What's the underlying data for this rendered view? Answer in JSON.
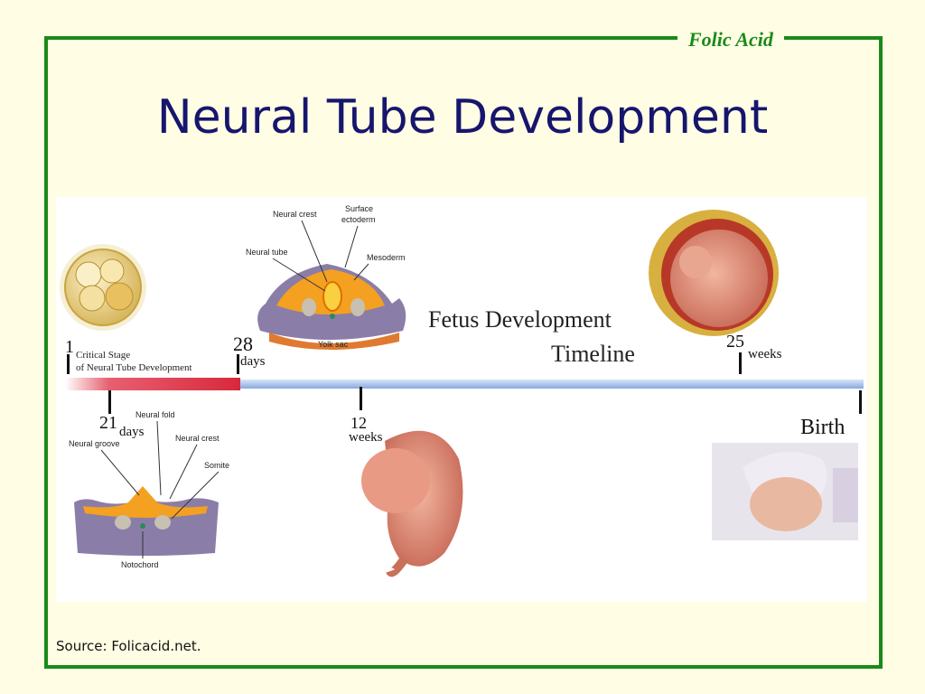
{
  "brand": "Folic Acid",
  "title": "Neural Tube Development",
  "source": "Source: Folicacid.net.",
  "timeline": {
    "heading_line1": "Fetus Development",
    "heading_line2": "Timeline",
    "critical_line1": "Critical Stage",
    "critical_line2": "of Neural Tube Development",
    "markers": [
      {
        "num": "1",
        "unit": ""
      },
      {
        "num": "21",
        "unit": "days"
      },
      {
        "num": "28",
        "unit": "days"
      },
      {
        "num": "12",
        "unit": "weeks"
      },
      {
        "num": "25",
        "unit": "weeks"
      },
      {
        "num": "",
        "unit": "Birth"
      }
    ]
  },
  "diagram_day28": {
    "labels": [
      "Neural crest",
      "Surface ectoderm",
      "Neural tube",
      "Mesoderm",
      "Yolk sac"
    ],
    "surface_line1": "Surface",
    "surface_line2": "ectoderm"
  },
  "diagram_day21": {
    "labels": [
      "Neural fold",
      "Neural groove",
      "Neural crest",
      "Somite",
      "Notochord"
    ]
  },
  "colors": {
    "frame": "#1a8a1a",
    "title": "#16166e",
    "critical": "#e03040",
    "bar": "#a8c4ee"
  }
}
